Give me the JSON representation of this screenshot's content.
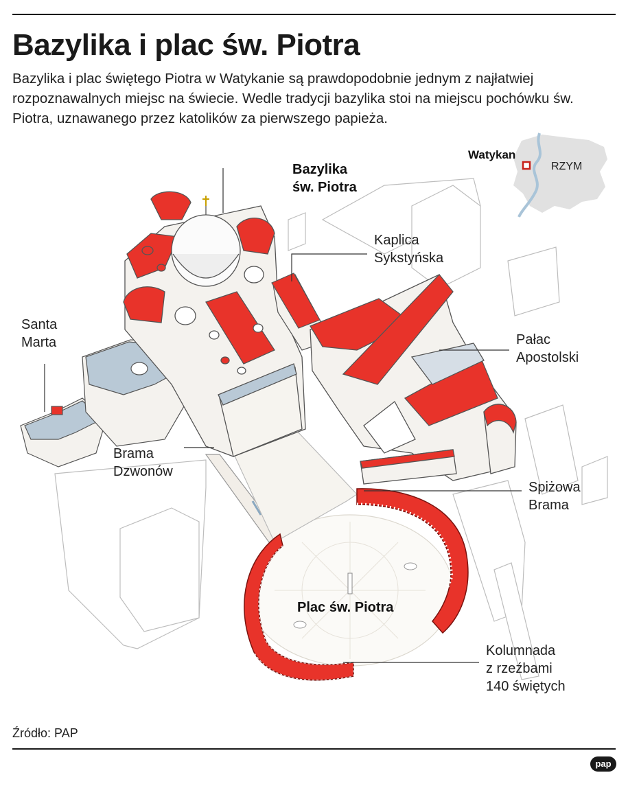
{
  "title": "Bazylika i plac św. Piotra",
  "lead": "Bazylika i plac świętego Piotra w Watykanie są prawdopodobnie jednym z najłatwiej rozpoznawalnych miejsc na świecie. Wedle tradycji bazylika stoi na miejscu pochówku św. Piotra, uznawanego przez katolików za pierwszego papieża.",
  "locator": {
    "vatican": "Watykan",
    "city": "RZYM"
  },
  "labels": {
    "basilica_line1": "Bazylika",
    "basilica_line2": "św. Piotra",
    "sistine_line1": "Kaplica",
    "sistine_line2": "Sykstyńska",
    "marta_line1": "Santa",
    "marta_line2": "Marta",
    "palace_line1": "Pałac",
    "palace_line2": "Apostolski",
    "bells_line1": "Brama",
    "bells_line2": "Dzwonów",
    "bronze_line1": "Spiżowa",
    "bronze_line2": "Brama",
    "square": "Plac św. Piotra",
    "colonnade_line1": "Kolumnada",
    "colonnade_line2": "z rzeźbami",
    "colonnade_line3": "140 świętych"
  },
  "source": "Źródło: PAP",
  "logo": "pap",
  "colors": {
    "roof_red": "#e8332a",
    "stone": "#f4f2ee",
    "slate_blue": "#b9c9d6",
    "river": "#a9c4d8",
    "map_gray": "#e1e1e1",
    "outline": "#555555"
  }
}
